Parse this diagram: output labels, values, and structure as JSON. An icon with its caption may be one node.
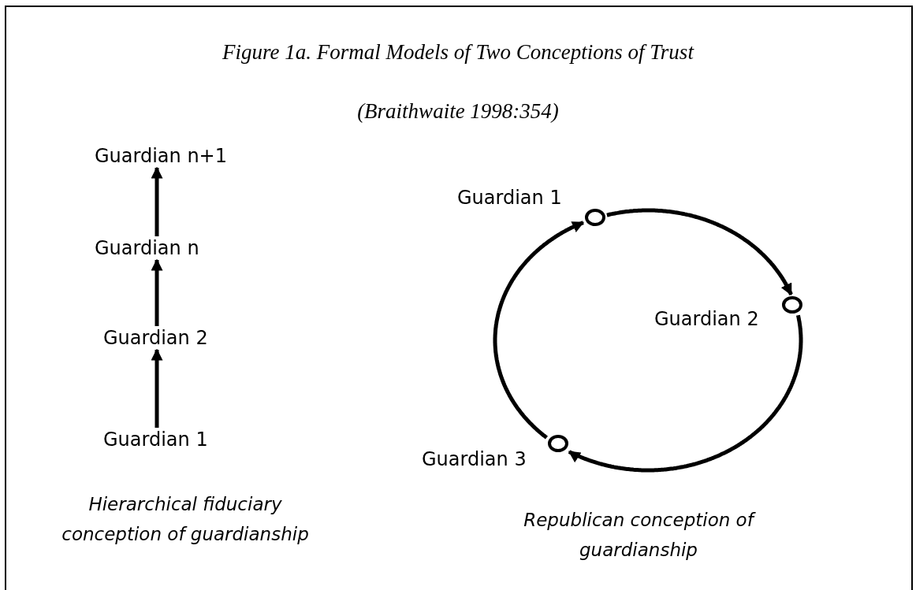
{
  "diagram": {
    "title": "Figure 1a. Formal Models of Two Conceptions of Trust",
    "nodes": [
      {
        "text": [
          "Guardian n+1"
        ]
      },
      {
        "text": [
          "Guardian n"
        ]
      },
      {
        "text": [
          "Guardian 2"
        ]
      },
      {
        "text": [
          "Guardian 1"
        ]
      },
      {
        "text": [],
        "shape": "circle",
        "beside": [
          "Guardian 1"
        ]
      },
      {
        "text": [],
        "shape": "circle",
        "beside": [
          "Guardian 2"
        ]
      },
      {
        "text": [],
        "shape": "circle",
        "beside": [
          "Guardian 3"
        ]
      }
    ],
    "edges": [
      {
        "from": 3,
        "to": 2,
        "arrow": "to"
      },
      {
        "from": 2,
        "to": 1,
        "arrow": "to"
      },
      {
        "from": 1,
        "to": 0,
        "arrow": "to"
      },
      {
        "from": 4,
        "to": 5,
        "arrow": "to"
      },
      {
        "from": 5,
        "to": 6,
        "arrow": "to"
      },
      {
        "from": 6,
        "to": 4,
        "arrow": "to"
      }
    ],
    "labels": [
      "(Braithwaite 1998:354)",
      "Hierarchical fiduciary conception of guardianship",
      "Republican conception of guardianship"
    ]
  }
}
